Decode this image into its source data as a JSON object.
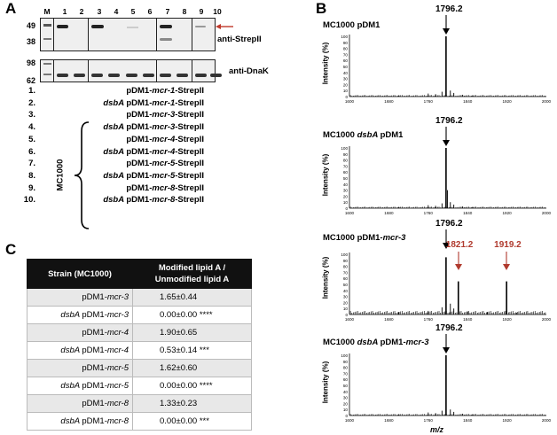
{
  "panels": {
    "a": "A",
    "b": "B",
    "c": "C"
  },
  "blot": {
    "marker_lane": "M",
    "lanes": [
      "1",
      "2",
      "3",
      "4",
      "5",
      "6",
      "7",
      "8",
      "9",
      "10"
    ],
    "mw_top": [
      "49",
      "38"
    ],
    "mw_bottom": [
      "98",
      "62"
    ],
    "antibody_top": "anti-StrepII",
    "antibody_bottom": "anti-DnaK",
    "arrow_color": "#c0392b"
  },
  "legend": {
    "group_label": "MC1000",
    "items": [
      {
        "num": "1.",
        "prefix": "",
        "plasmid": "pDM1-",
        "gene": "mcr-1",
        "suffix": "-StrepII"
      },
      {
        "num": "2.",
        "prefix": "dsbA ",
        "plasmid": "pDM1-",
        "gene": "mcr-1",
        "suffix": "-StrepII"
      },
      {
        "num": "3.",
        "prefix": "",
        "plasmid": "pDM1-",
        "gene": "mcr-3",
        "suffix": "-StrepII"
      },
      {
        "num": "4.",
        "prefix": "dsbA ",
        "plasmid": "pDM1-",
        "gene": "mcr-3",
        "suffix": "-StrepII"
      },
      {
        "num": "5.",
        "prefix": "",
        "plasmid": "pDM1-",
        "gene": "mcr-4",
        "suffix": "-StrepII"
      },
      {
        "num": "6.",
        "prefix": "dsbA ",
        "plasmid": "pDM1-",
        "gene": "mcr-4",
        "suffix": "-StrepII"
      },
      {
        "num": "7.",
        "prefix": "",
        "plasmid": "pDM1-",
        "gene": "mcr-5",
        "suffix": "-StrepII"
      },
      {
        "num": "8.",
        "prefix": "dsbA ",
        "plasmid": "pDM1-",
        "gene": "mcr-5",
        "suffix": "-StrepII"
      },
      {
        "num": "9.",
        "prefix": "",
        "plasmid": "pDM1-",
        "gene": "mcr-8",
        "suffix": "-StrepII"
      },
      {
        "num": "10.",
        "prefix": "dsbA ",
        "plasmid": "pDM1-",
        "gene": "mcr-8",
        "suffix": "-StrepII"
      }
    ]
  },
  "table": {
    "header_strain": "Strain (MC1000)",
    "header_ratio_1": "Modified lipid A /",
    "header_ratio_2": "Unmodified lipid A",
    "rows": [
      {
        "prefix": "",
        "plasmid": "pDM1-",
        "gene": "mcr-3",
        "value": "1.65±0.44",
        "sig": ""
      },
      {
        "prefix": "dsbA ",
        "plasmid": "pDM1-",
        "gene": "mcr-3",
        "value": "0.00±0.00",
        "sig": "****"
      },
      {
        "prefix": "",
        "plasmid": "pDM1-",
        "gene": "mcr-4",
        "value": "1.90±0.65",
        "sig": ""
      },
      {
        "prefix": "dsbA ",
        "plasmid": "pDM1-",
        "gene": "mcr-4",
        "value": "0.53±0.14",
        "sig": "***"
      },
      {
        "prefix": "",
        "plasmid": "pDM1-",
        "gene": "mcr-5",
        "value": "1.62±0.60",
        "sig": ""
      },
      {
        "prefix": "dsbA ",
        "plasmid": "pDM1-",
        "gene": "mcr-5",
        "value": "0.00±0.00",
        "sig": "****"
      },
      {
        "prefix": "",
        "plasmid": "pDM1-",
        "gene": "mcr-8",
        "value": "1.33±0.23",
        "sig": ""
      },
      {
        "prefix": "dsbA ",
        "plasmid": "pDM1-",
        "gene": "mcr-8",
        "value": "0.00±0.00",
        "sig": "***"
      }
    ]
  },
  "spectra": {
    "ylabel": "Intensity (%)",
    "xlabel": "m/z",
    "yticks": [
      "0",
      "10",
      "20",
      "30",
      "40",
      "50",
      "60",
      "70",
      "80",
      "90",
      "100"
    ],
    "xticks": [
      "1600",
      "1680",
      "1760",
      "1840",
      "1920",
      "2000"
    ],
    "main_peak": "1796.2",
    "mod_peak_1": "1821.2",
    "mod_peak_2": "1919.2",
    "mod_color": "#b03a2e",
    "titles": [
      {
        "strain": "MC1000 ",
        "prefix": "",
        "plasmid": "pDM1",
        "gene": ""
      },
      {
        "strain": "MC1000 ",
        "prefix": "dsbA ",
        "plasmid": "pDM1",
        "gene": ""
      },
      {
        "strain": "MC1000 ",
        "prefix": "",
        "plasmid": "pDM1-",
        "gene": "mcr-3"
      },
      {
        "strain": "MC1000 ",
        "prefix": "dsbA ",
        "plasmid": "pDM1-",
        "gene": "mcr-3"
      }
    ]
  }
}
